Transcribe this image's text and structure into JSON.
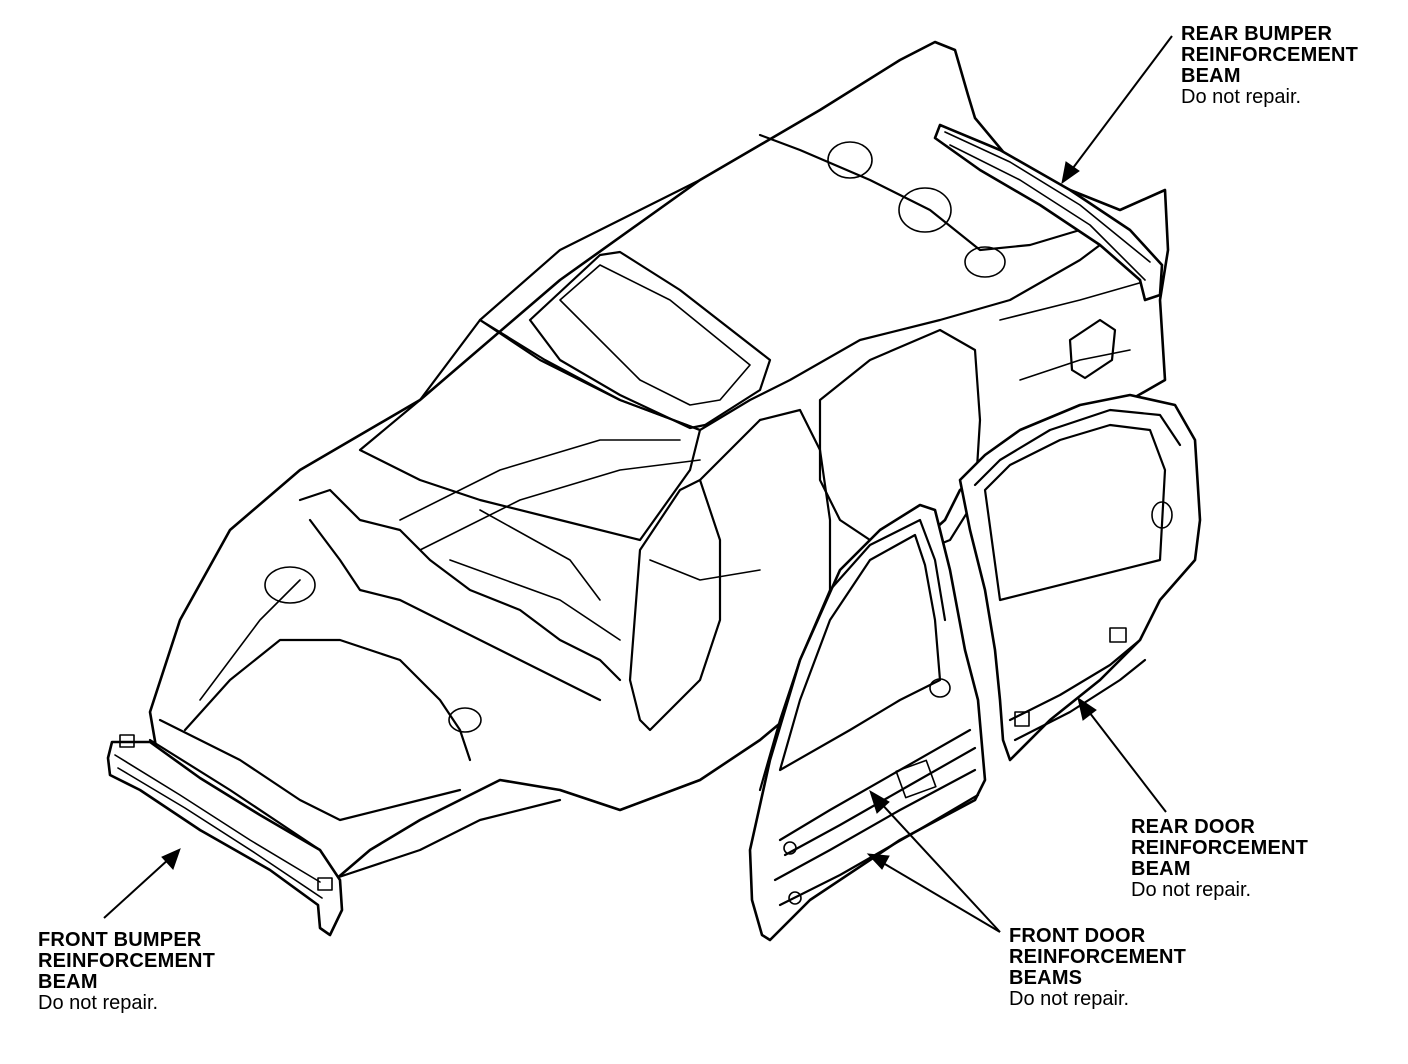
{
  "callouts": {
    "rear_bumper": {
      "title_lines": [
        "REAR BUMPER",
        "REINFORCEMENT",
        "BEAM"
      ],
      "note": "Do not repair."
    },
    "rear_door": {
      "title_lines": [
        "REAR DOOR",
        "REINFORCEMENT",
        "BEAM"
      ],
      "note": "Do not repair."
    },
    "front_door": {
      "title_lines": [
        "FRONT DOOR",
        "REINFORCEMENT",
        "BEAMS"
      ],
      "note": "Do not repair."
    },
    "front_bumper": {
      "title_lines": [
        "FRONT BUMPER",
        "REINFORCEMENT",
        "BEAM"
      ],
      "note": "Do not repair."
    }
  }
}
